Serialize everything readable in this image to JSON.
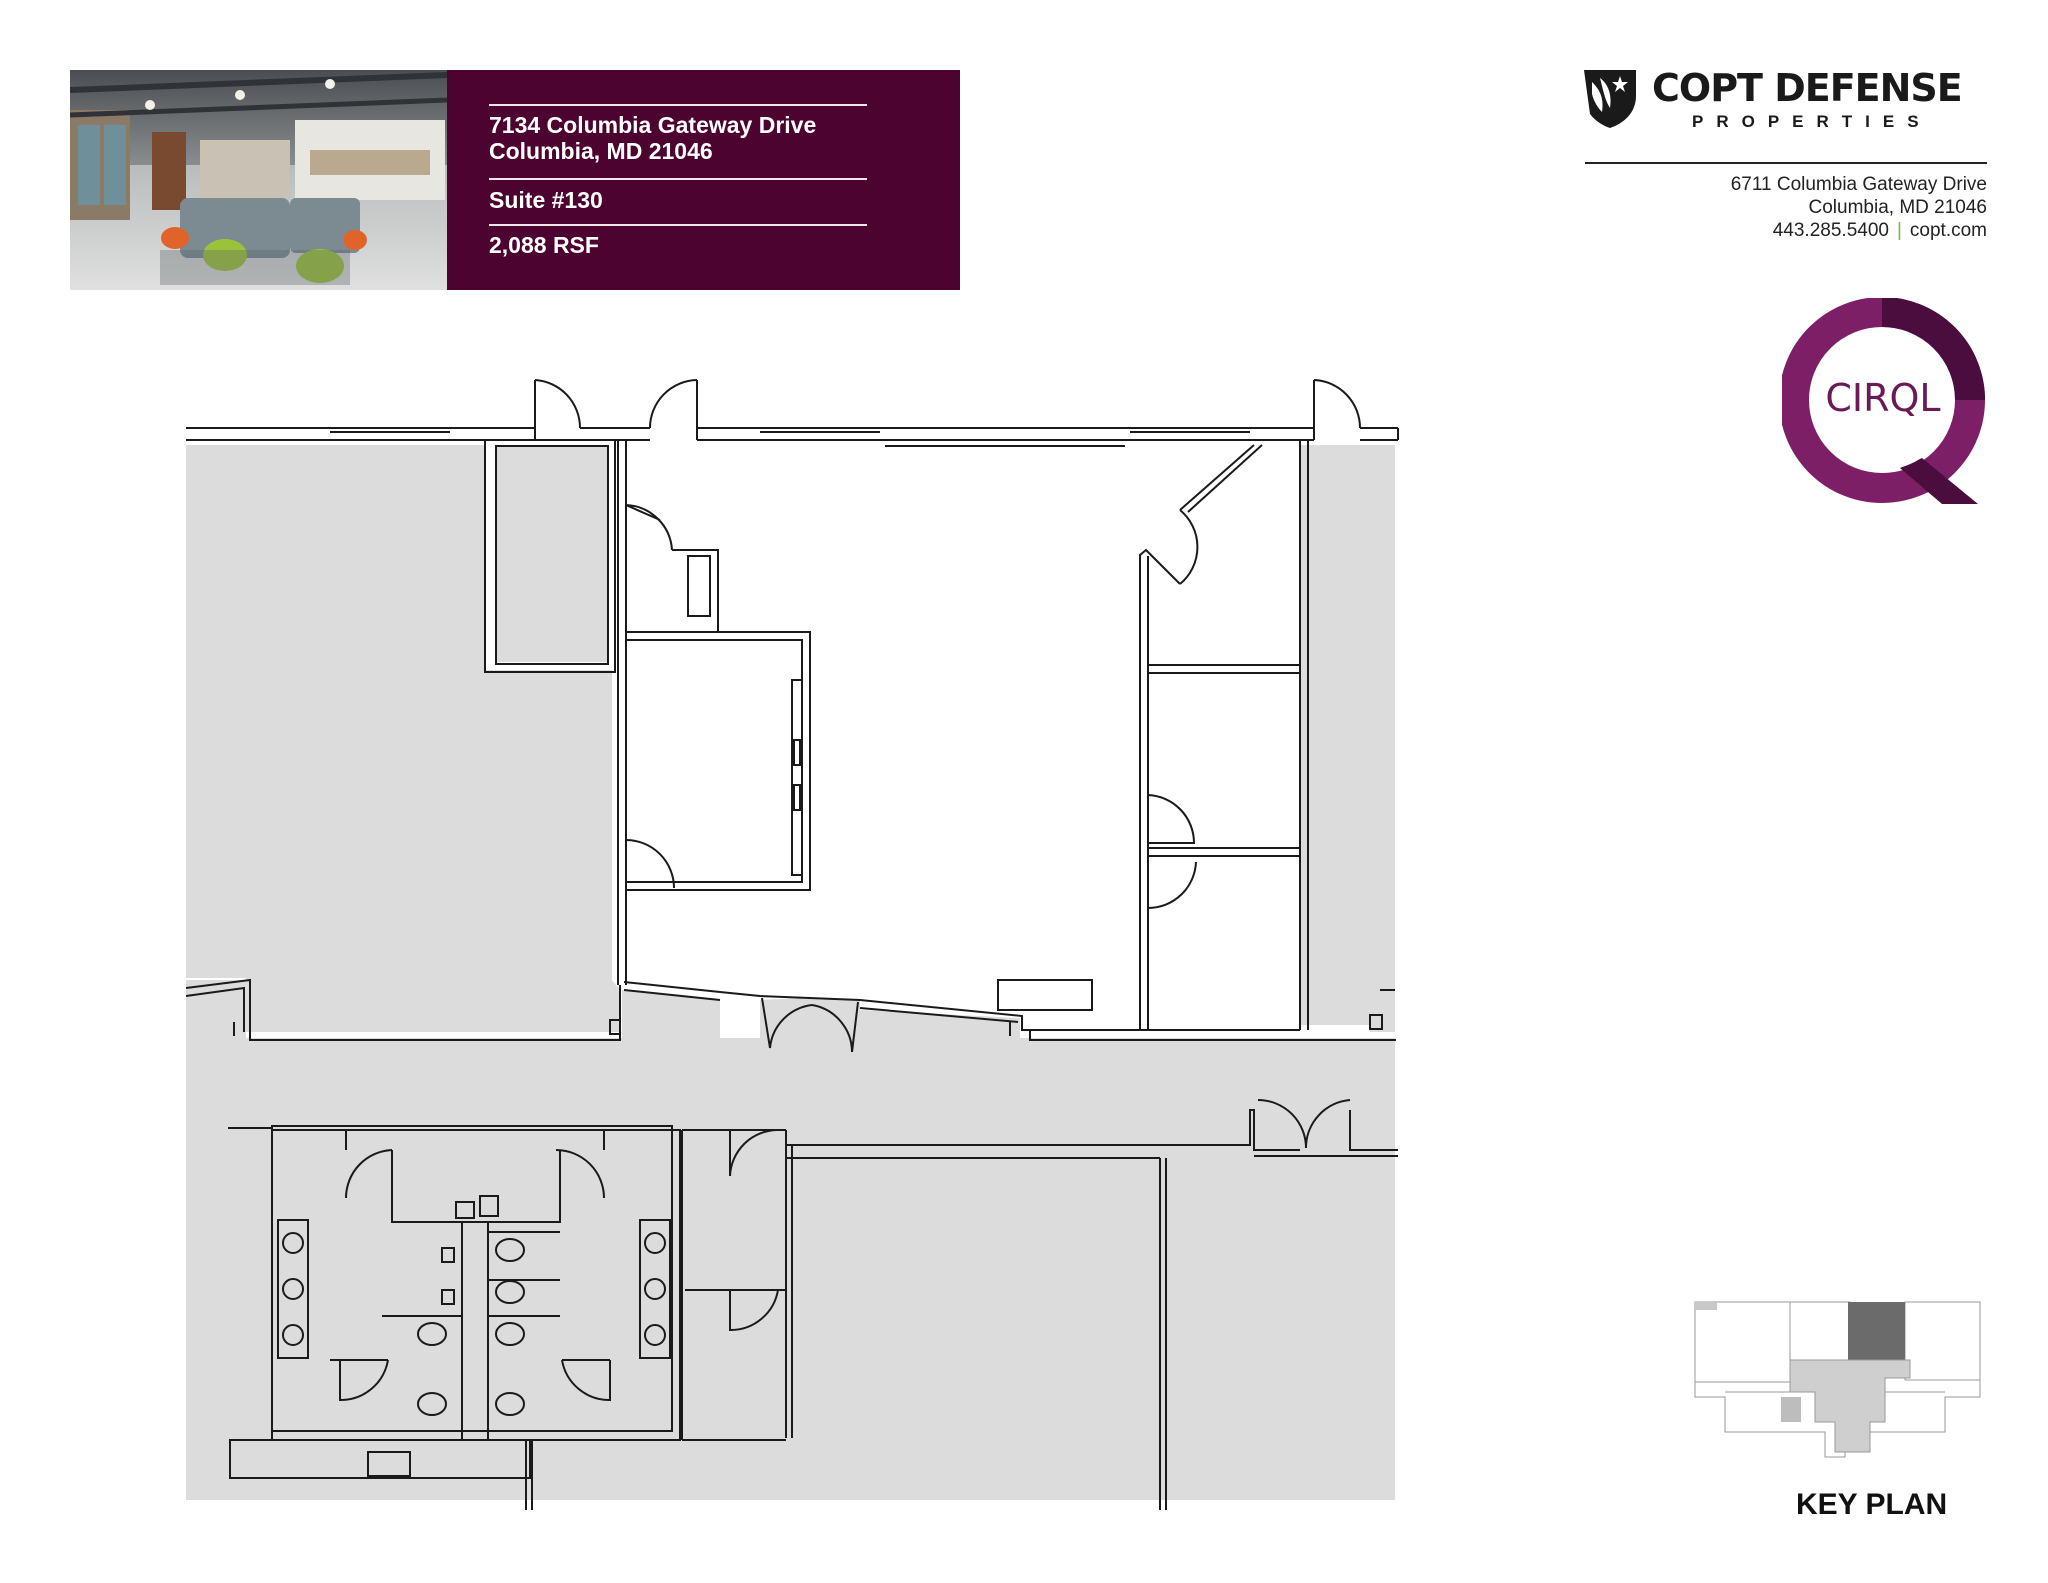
{
  "header": {
    "address_line1": "7134 Columbia Gateway Drive",
    "address_line2": "Columbia, MD 21046",
    "suite": "Suite #130",
    "area": "2,088 RSF"
  },
  "brand": {
    "name": "COPT DEFENSE",
    "tagline": "PROPERTIES",
    "logo_icon": "eagle-star-shield-icon",
    "contact_address_line1": "6711 Columbia Gateway Drive",
    "contact_address_line2": "Columbia, MD 21046",
    "phone": "443.285.5400",
    "separator": "|",
    "website": "copt.com",
    "accent_color": "#4d0330",
    "separator_color": "#7ab648"
  },
  "cirql": {
    "label": "CIRQL",
    "color": "#6b1a58"
  },
  "key_plan": {
    "label": "KEY PLAN"
  },
  "colors": {
    "common_area_fill": "#dcdcdc",
    "suite_fill": "#ffffff",
    "wall_color": "#1a1a1a"
  }
}
